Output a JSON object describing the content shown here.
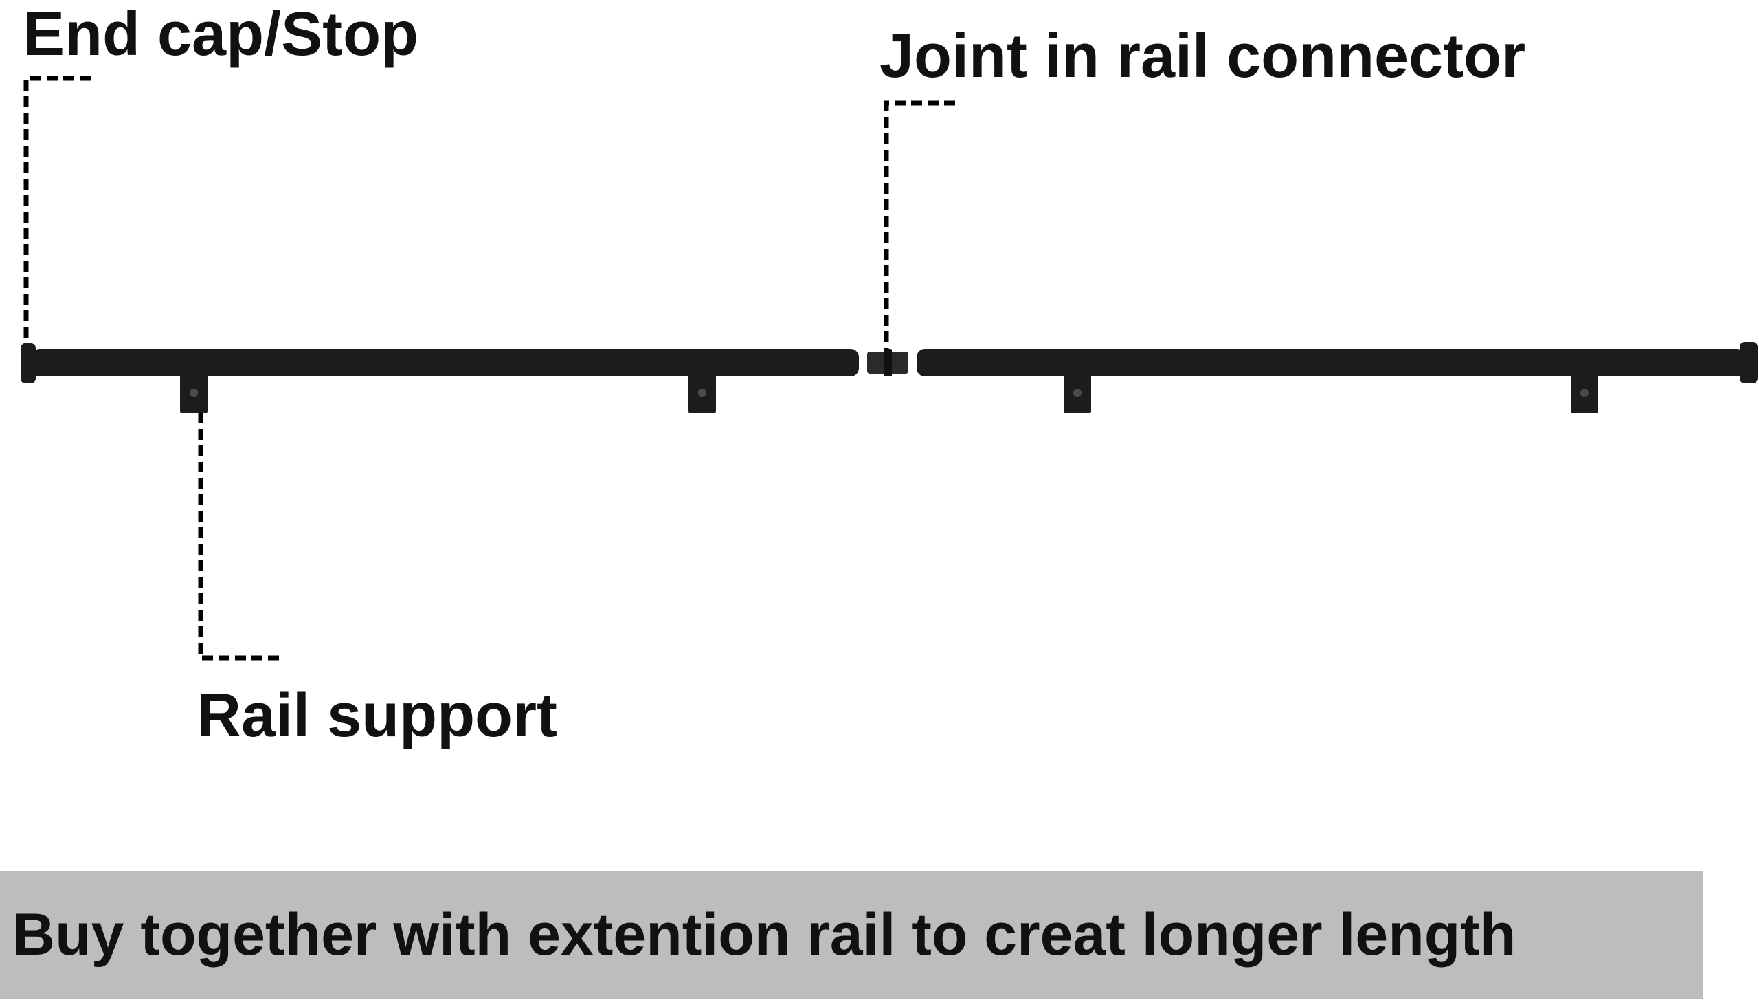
{
  "callouts": {
    "end_cap": "End cap/Stop",
    "joint_connector": "Joint in rail connector",
    "rail_support": "Rail support"
  },
  "banner": {
    "text": "Buy together with extention rail to creat longer length"
  },
  "colors": {
    "rail": "#1c1c1c",
    "leader": "#000000",
    "banner_bg": "#bdbdbd",
    "text": "#111111"
  }
}
